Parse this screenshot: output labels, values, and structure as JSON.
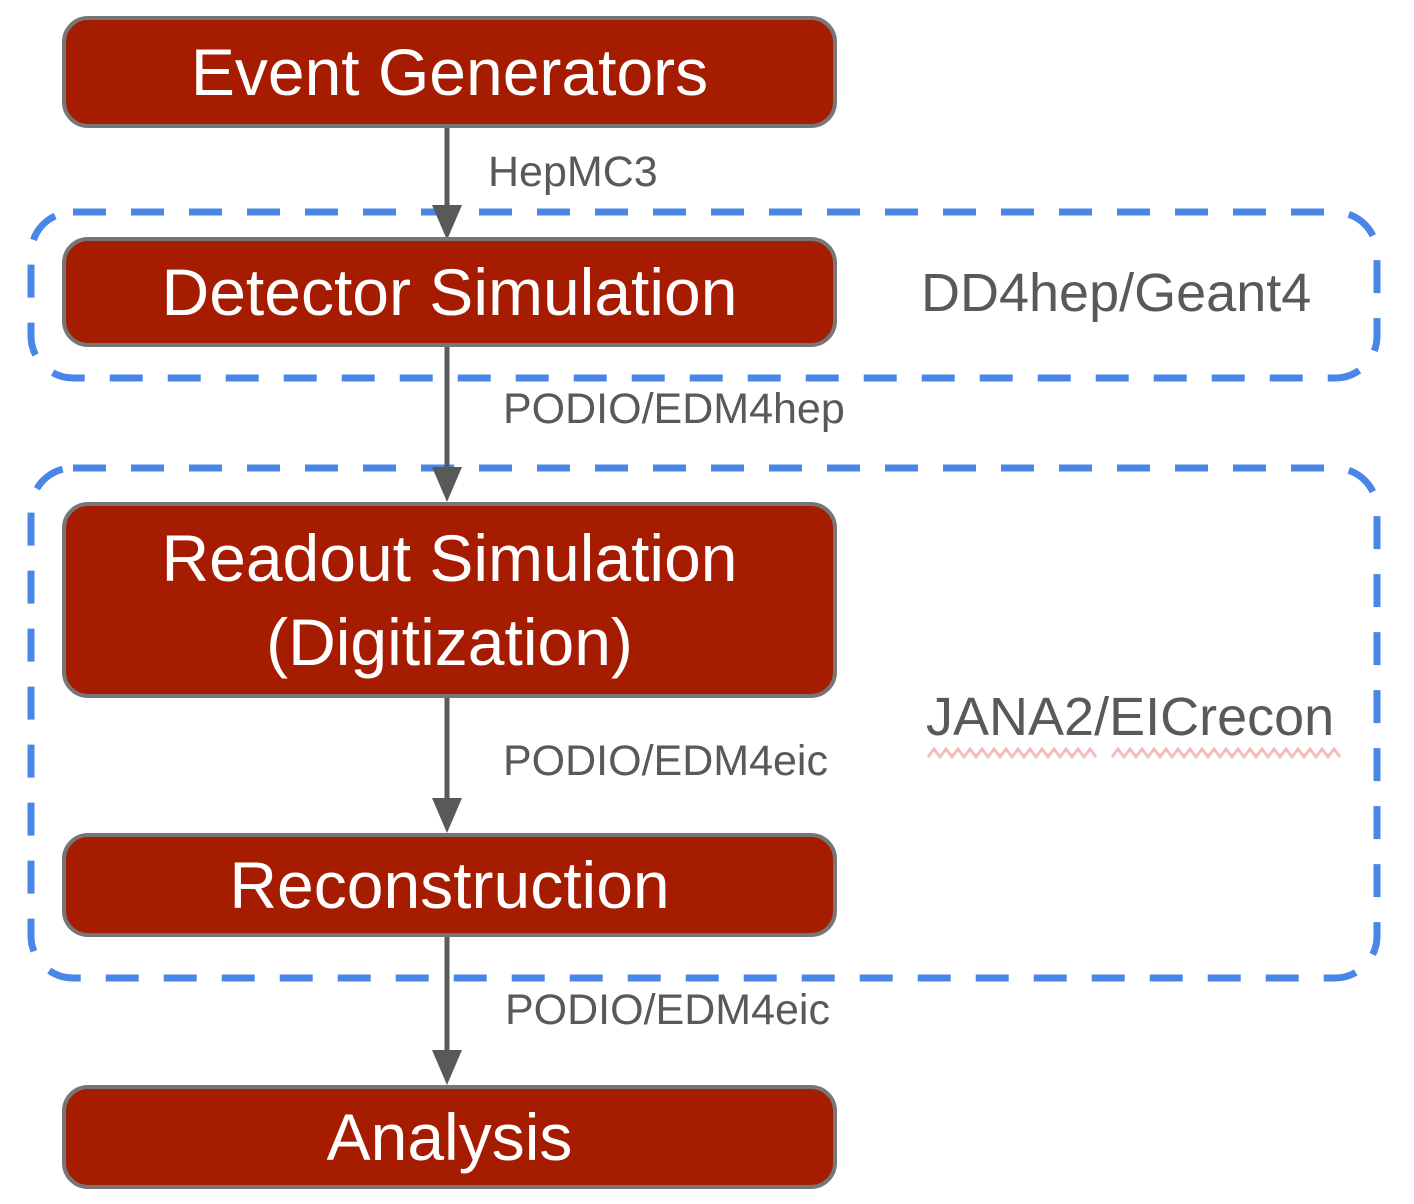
{
  "diagram": {
    "title": "simulation-reconstruction-pipeline",
    "nodes": {
      "event_generators": {
        "label": "Event Generators"
      },
      "detector_simulation": {
        "label": "Detector Simulation"
      },
      "readout_simulation": {
        "label_line1": "Readout Simulation",
        "label_line2": "(Digitization)"
      },
      "reconstruction": {
        "label": "Reconstruction"
      },
      "analysis": {
        "label": "Analysis"
      }
    },
    "edges": {
      "event_to_detector": {
        "label": "HepMC3"
      },
      "detector_to_readout": {
        "label": "PODIO/EDM4hep"
      },
      "readout_to_reconstruction": {
        "label": "PODIO/EDM4eic"
      },
      "reconstruction_to_analysis": {
        "label": "PODIO/EDM4eic"
      }
    },
    "groups": {
      "detector_group": {
        "label": "DD4hep/Geant4"
      },
      "reconstruction_group": {
        "label": "JANA2/EICrecon"
      }
    },
    "colors": {
      "node_fill": "#A61C00",
      "node_border": "#767676",
      "node_text": "#FFFFFF",
      "group_dash": "#4A86E8",
      "arrow": "#5B5B5B",
      "label_text": "#595959",
      "spellcheck_squiggle": "#F2BFBA"
    }
  }
}
